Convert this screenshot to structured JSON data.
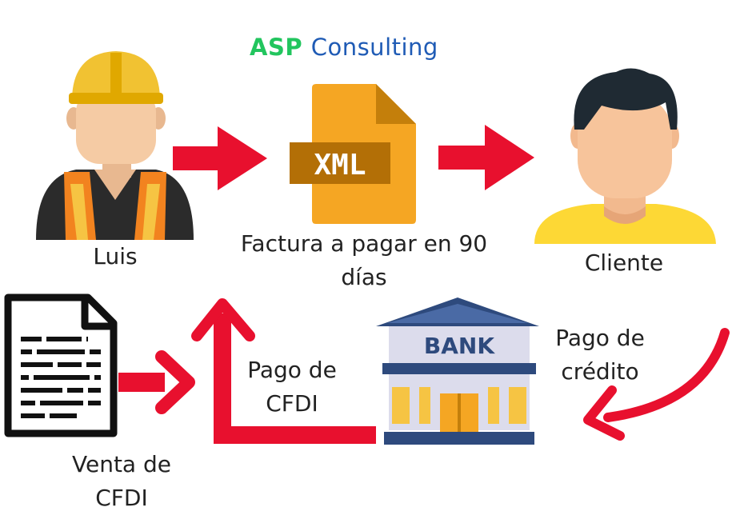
{
  "brand": {
    "part1": "ASP",
    "part2": "Consulting",
    "color_asp": "#22c55e",
    "color_consulting": "#1f5bb5"
  },
  "nodes": {
    "luis": "Luis",
    "factura": "Factura a pagar en 90 días",
    "cliente": "Cliente",
    "venta": "Venta de CFDI",
    "pago_cfdi": "Pago de CFDI",
    "pago_credito": "Pago de crédito"
  },
  "icons": {
    "xml_text": "XML",
    "bank_text": "BANK"
  },
  "colors": {
    "arrow": "#e8102e",
    "xml_file": "#f5a623",
    "shirt": "#fdd835"
  }
}
